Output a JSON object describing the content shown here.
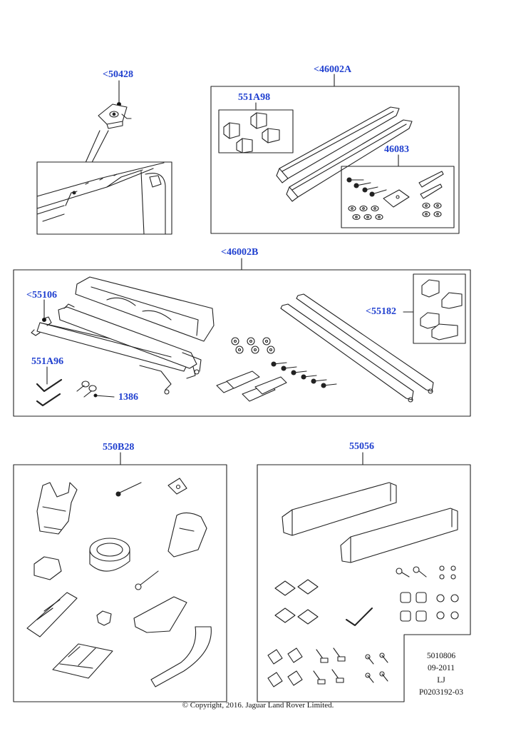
{
  "callouts": {
    "c50428": "<50428",
    "c46002A": "<46002A",
    "c551A98": "551A98",
    "c46083": "46083",
    "c46002B": "<46002B",
    "c55106": "<55106",
    "c55182": "<55182",
    "c551A96": "551A96",
    "c1386": "1386",
    "c550B28": "550B28",
    "c55056": "55056"
  },
  "meta": {
    "code": "5010806",
    "date": "09-2011",
    "initials": "LJ",
    "ref": "P0203192-03"
  },
  "copyright": "© Copyright, 2016. Jaguar Land Rover Limited."
}
